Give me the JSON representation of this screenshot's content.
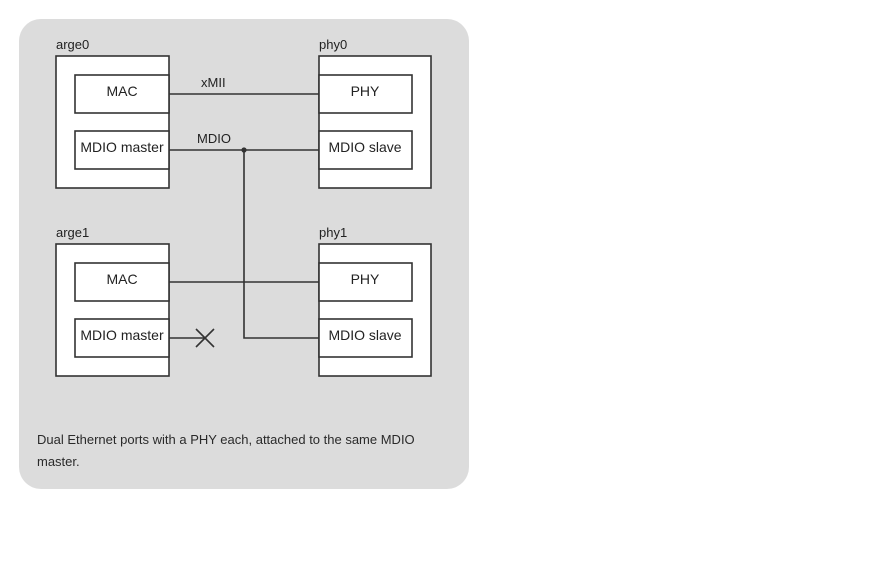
{
  "nodes": {
    "arge0": {
      "label": "arge0",
      "mac": "MAC",
      "mdio": "MDIO master"
    },
    "phy0": {
      "label": "phy0",
      "phy": "PHY",
      "mdio": "MDIO slave"
    },
    "arge1": {
      "label": "arge1",
      "mac": "MAC",
      "mdio": "MDIO master"
    },
    "phy1": {
      "label": "phy1",
      "phy": "PHY",
      "mdio": "MDIO slave"
    }
  },
  "edges": {
    "xmii_label": "xMII",
    "mdio_label": "MDIO"
  },
  "caption": "Dual Ethernet ports with a PHY each, attached to the same MDIO master.",
  "colors": {
    "panel": "#dcdcdc",
    "line": "#333333",
    "box": "#ffffff"
  },
  "icons": {
    "disconnected": "x-mark-icon",
    "junction": "junction-dot-icon"
  }
}
